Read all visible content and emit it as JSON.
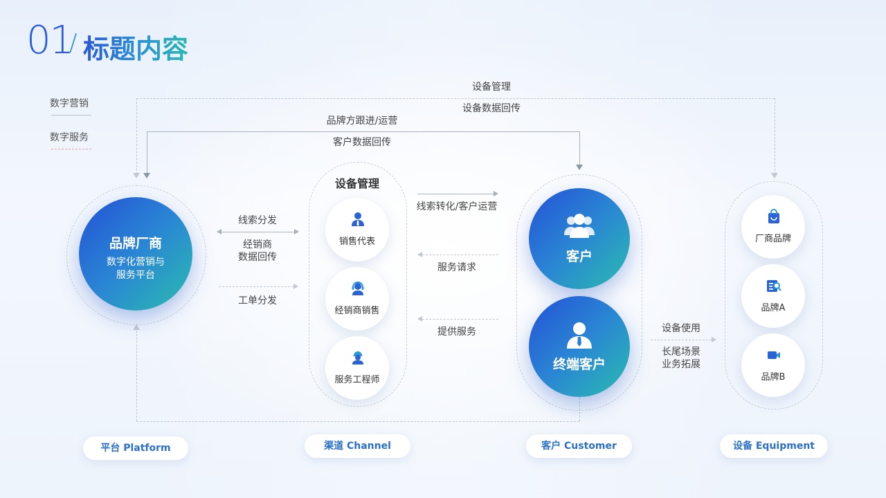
{
  "title": {
    "number": "01",
    "slash": "/",
    "text": "标题内容"
  },
  "legend": [
    {
      "label": "数字营销"
    },
    {
      "label": "数字服务"
    }
  ],
  "colors": {
    "accent_blue": "#2351d6",
    "accent_teal": "#2bbcae",
    "label_blue": "#2a6fc9"
  },
  "flows": {
    "top_outer_line1": "设备管理",
    "top_outer_line2": "设备数据回传",
    "top_inner_line1": "品牌方跟进/运营",
    "top_inner_line2": "客户数据回传",
    "lead_distribution": "线索分发",
    "dealer_data_line1": "经销商",
    "dealer_data_line2": "数据回传",
    "work_order": "工单分发",
    "lead_conversion": "线索转化/客户运营",
    "service_request": "服务请求",
    "provide_service": "提供服务",
    "device_use": "设备使用",
    "long_tail_line1": "长尾场景",
    "long_tail_line2": "业务拓展"
  },
  "platform": {
    "title": "品牌厂商",
    "sub_line1": "数字化营销与",
    "sub_line2": "服务平台",
    "tag": "平台 Platform"
  },
  "channel": {
    "heading": "设备管理",
    "nodes": [
      {
        "label": "销售代表",
        "icon": "sales-rep-icon"
      },
      {
        "label": "经销商销售",
        "icon": "headset-agent-icon"
      },
      {
        "label": "服务工程师",
        "icon": "engineer-helmet-icon"
      }
    ],
    "tag": "渠道 Channel"
  },
  "customer": {
    "nodes": [
      {
        "label": "客户",
        "icon": "user-group-icon"
      },
      {
        "label": "终端客户",
        "icon": "user-tie-icon"
      }
    ],
    "tag": "客户 Customer"
  },
  "equipment": {
    "nodes": [
      {
        "label": "厂商品牌",
        "icon": "shopping-bag-icon"
      },
      {
        "label": "品牌A",
        "icon": "book-search-icon"
      },
      {
        "label": "品牌B",
        "icon": "video-camera-icon"
      }
    ],
    "tag": "设备 Equipment"
  }
}
